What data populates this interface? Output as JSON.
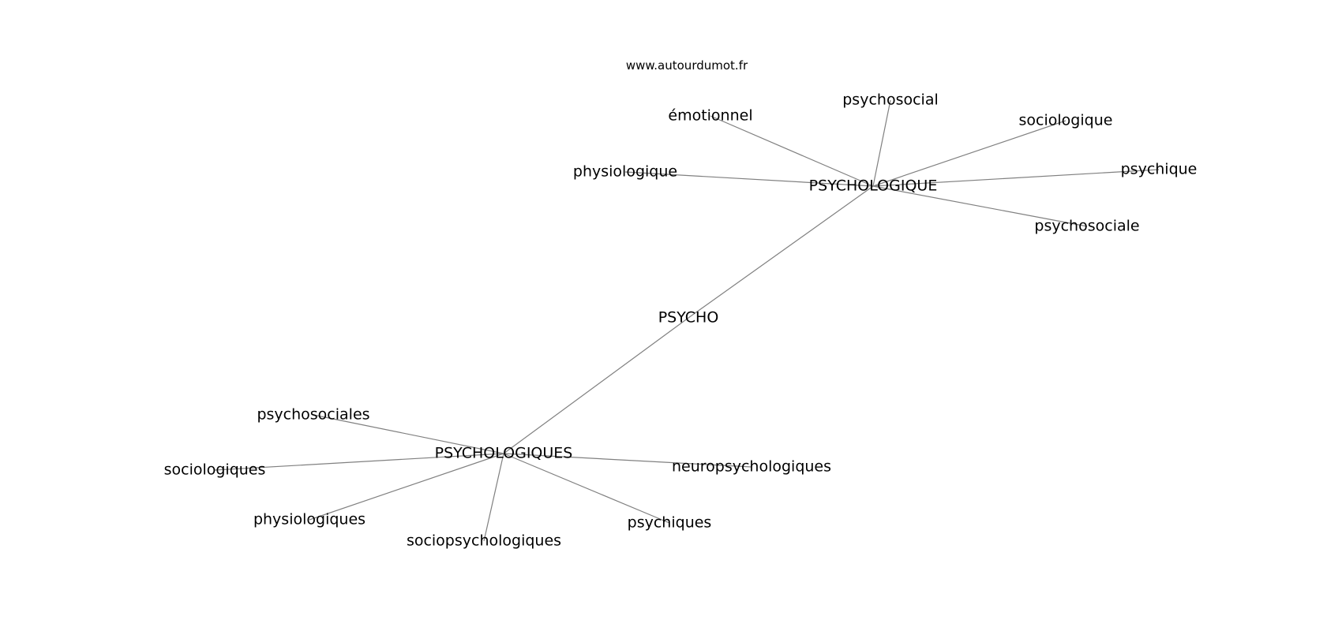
{
  "watermark": "www.autourdumot.fr",
  "colors": {
    "edge": "#808080",
    "text": "#000000",
    "background": "#ffffff"
  },
  "nodes": [
    {
      "id": "psycho",
      "label": "PSYCHO"
    },
    {
      "id": "psychologique",
      "label": "PSYCHOLOGIQUE"
    },
    {
      "id": "psychologiques",
      "label": "PSYCHOLOGIQUES"
    },
    {
      "id": "emotionnel",
      "label": "émotionnel"
    },
    {
      "id": "psychosocial",
      "label": "psychosocial"
    },
    {
      "id": "sociologique",
      "label": "sociologique"
    },
    {
      "id": "physiologique",
      "label": "physiologique"
    },
    {
      "id": "psychique",
      "label": "psychique"
    },
    {
      "id": "psychosociale",
      "label": "psychosociale"
    },
    {
      "id": "psychosociales",
      "label": "psychosociales"
    },
    {
      "id": "sociologiques",
      "label": "sociologiques"
    },
    {
      "id": "neuropsychologiques",
      "label": "neuropsychologiques"
    },
    {
      "id": "physiologiques",
      "label": "physiologiques"
    },
    {
      "id": "psychiques",
      "label": "psychiques"
    },
    {
      "id": "sociopsychologiques",
      "label": "sociopsychologiques"
    }
  ],
  "edges": [
    [
      "psycho",
      "psychologique"
    ],
    [
      "psycho",
      "psychologiques"
    ],
    [
      "psychologique",
      "emotionnel"
    ],
    [
      "psychologique",
      "psychosocial"
    ],
    [
      "psychologique",
      "sociologique"
    ],
    [
      "psychologique",
      "physiologique"
    ],
    [
      "psychologique",
      "psychique"
    ],
    [
      "psychologique",
      "psychosociale"
    ],
    [
      "psychologiques",
      "psychosociales"
    ],
    [
      "psychologiques",
      "sociologiques"
    ],
    [
      "psychologiques",
      "neuropsychologiques"
    ],
    [
      "psychologiques",
      "physiologiques"
    ],
    [
      "psychologiques",
      "psychiques"
    ],
    [
      "psychologiques",
      "sociopsychologiques"
    ]
  ]
}
